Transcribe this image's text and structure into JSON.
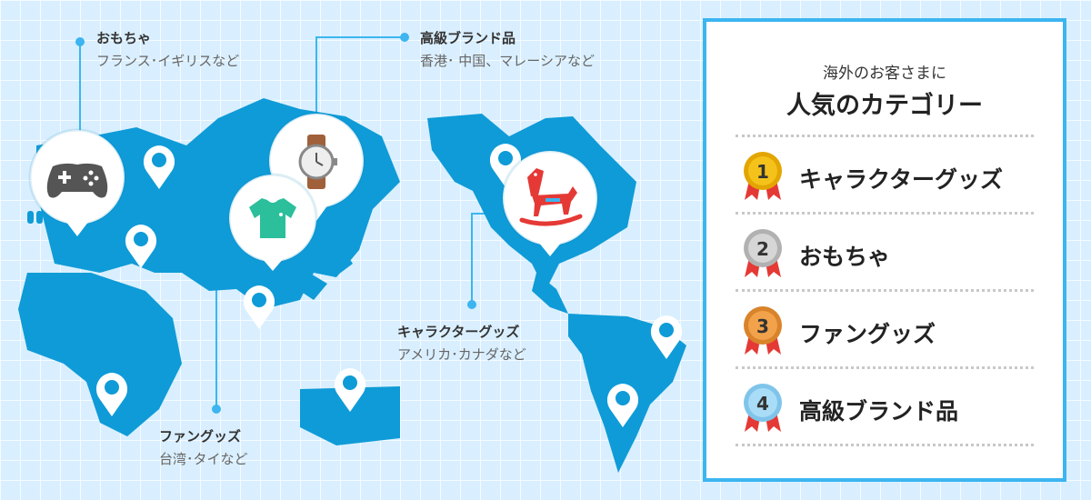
{
  "callouts": [
    {
      "title": "おもちゃ",
      "sub": "フランス･イギリスなど"
    },
    {
      "title": "高級ブランド品",
      "sub": "香港･ 中国、マレーシアなど"
    },
    {
      "title": "キャラクターグッズ",
      "sub": "アメリカ･カナダなど"
    },
    {
      "title": "ファングッズ",
      "sub": "台湾･タイなど"
    }
  ],
  "panel": {
    "subheading": "海外のお客さまに",
    "heading": "人気のカテゴリー",
    "ranking": [
      {
        "rank": "1",
        "label": "キャラクターグッズ",
        "medal_color": "#f4c21b",
        "medal_ring": "#e3a500"
      },
      {
        "rank": "2",
        "label": "おもちゃ",
        "medal_color": "#d6d6d6",
        "medal_ring": "#b1b1b1"
      },
      {
        "rank": "3",
        "label": "ファングッズ",
        "medal_color": "#f2a24a",
        "medal_ring": "#d9832a"
      },
      {
        "rank": "4",
        "label": "高級ブランド品",
        "medal_color": "#a9dcf6",
        "medal_ring": "#7fc4ea"
      }
    ]
  },
  "icons": [
    "gamepad-icon",
    "watch-icon",
    "tshirt-icon",
    "rocking-horse-icon",
    "map-pin-icon",
    "medal-icon"
  ],
  "colors": {
    "map": "#0f9bd7",
    "accent": "#3cb5f0",
    "ribbon": "#e53935",
    "bg": "#d9efff"
  }
}
